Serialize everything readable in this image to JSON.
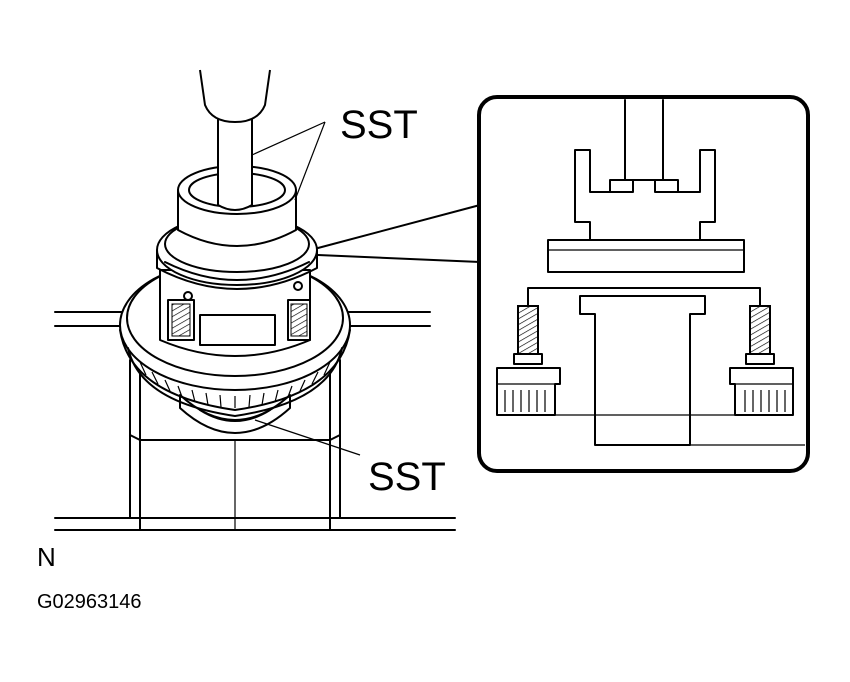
{
  "labels": {
    "sst_top": "SST",
    "sst_bottom": "SST",
    "direction": "N",
    "figure_id": "G02963146"
  }
}
